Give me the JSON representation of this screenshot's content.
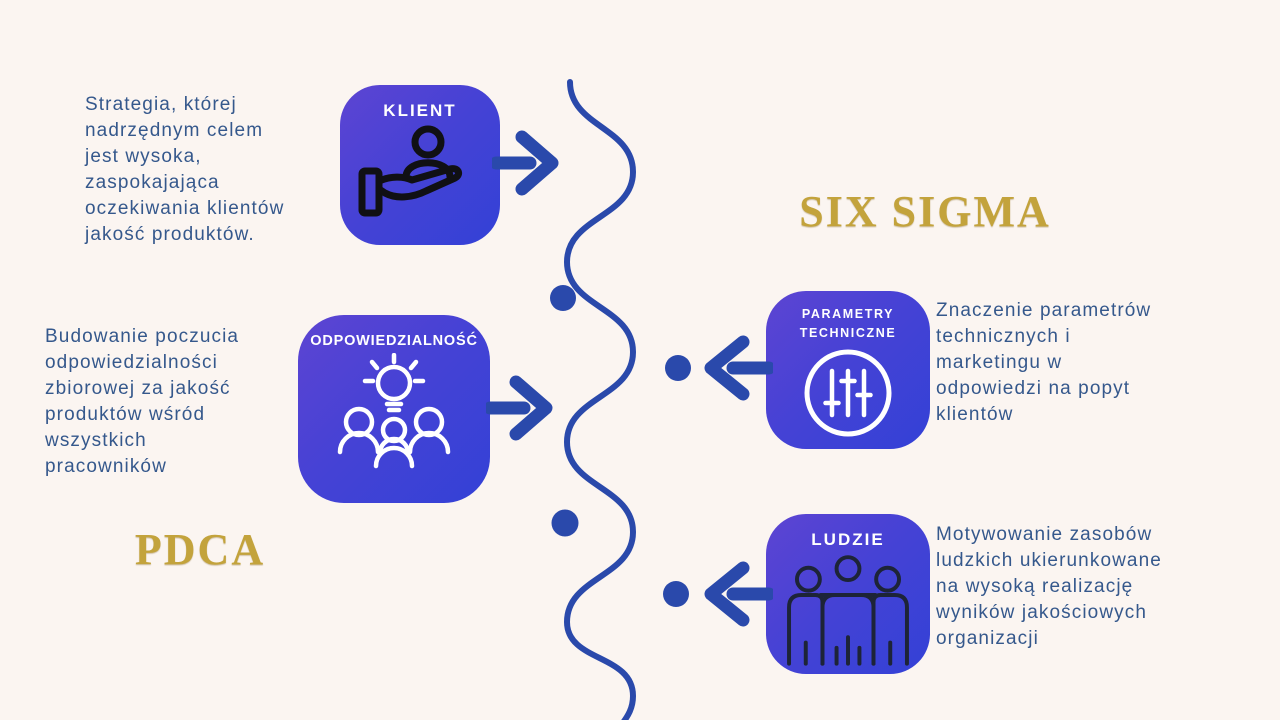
{
  "titles": {
    "right": "SIX SIGMA",
    "left": "PDCA"
  },
  "cards": [
    {
      "id": "klient",
      "label": "KLIENT",
      "icon": "hand-holding-person-icon",
      "arrow_icon": "arrow-right-icon",
      "description": "Strategia, której nadrzędnym celem jest wysoka, zaspokajająca oczekiwania klientów jakość produktów.",
      "lines": [
        "Strategia, której",
        "nadrzędnym celem",
        "jest wysoka,",
        "zaspokajająca",
        "oczekiwania klientów",
        "jakość produktów."
      ]
    },
    {
      "id": "odpowiedzialnosc",
      "label": "ODPOWIEDZIALNOŚĆ",
      "icon": "team-lightbulb-icon",
      "arrow_icon": "arrow-right-icon",
      "description": "Budowanie poczucia odpowiedzialności zbiorowej za jakość produktów wśród wszystkich pracowników",
      "lines": [
        "Budowanie poczucia",
        "odpowiedzialności",
        "zbiorowej za jakość",
        "produktów wśród",
        "wszystkich",
        "pracowników"
      ]
    },
    {
      "id": "parametry-techniczne",
      "label": "PARAMETRY TECHNICZNE",
      "icon": "sliders-circle-icon",
      "arrow_icon": "arrow-left-icon",
      "description": "Znaczenie parametrów technicznych i marketingu w odpowiedzi na popyt klientów",
      "lines": [
        "Znaczenie parametrów",
        "technicznych i",
        "marketingu w",
        "odpowiedzi na popyt",
        "klientów"
      ]
    },
    {
      "id": "ludzie",
      "label": "LUDZIE",
      "icon": "people-group-icon",
      "arrow_icon": "arrow-left-icon",
      "description": "Motywowanie zasobów ludzkich ukierunkowane na wysoką realizację wyników jakościowych organizacji",
      "lines": [
        "Motywowanie zasobów",
        "ludzkich ukierunkowane",
        "na wysoką realizację",
        "wyników jakościowych",
        "organizacji"
      ]
    }
  ],
  "decorations": {
    "divider": "wavy-vertical-line",
    "dot_count": 4
  },
  "colors": {
    "background": "#fbf5f1",
    "body_text": "#35588c",
    "gold_title": "#c3a33c",
    "card_gradient_start": "#5d44d2",
    "card_gradient_end": "#3341d6",
    "connector_blue": "#2a49ab",
    "klient_icon_black": "#101014",
    "ludzie_icon_navy": "#1d2438",
    "card_label_white": "#ffffff"
  }
}
